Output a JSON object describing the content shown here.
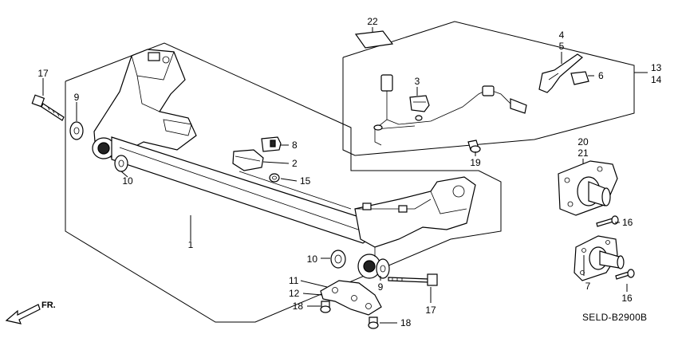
{
  "diagram": {
    "code": "SELD-B2900B",
    "direction_label": "FR.",
    "callouts": [
      "1",
      "2",
      "3",
      "4",
      "5",
      "6",
      "7",
      "8",
      "9",
      "9",
      "10",
      "10",
      "11",
      "12",
      "13",
      "14",
      "15",
      "16",
      "16",
      "17",
      "17",
      "18",
      "18",
      "19",
      "20",
      "21",
      "22"
    ]
  }
}
